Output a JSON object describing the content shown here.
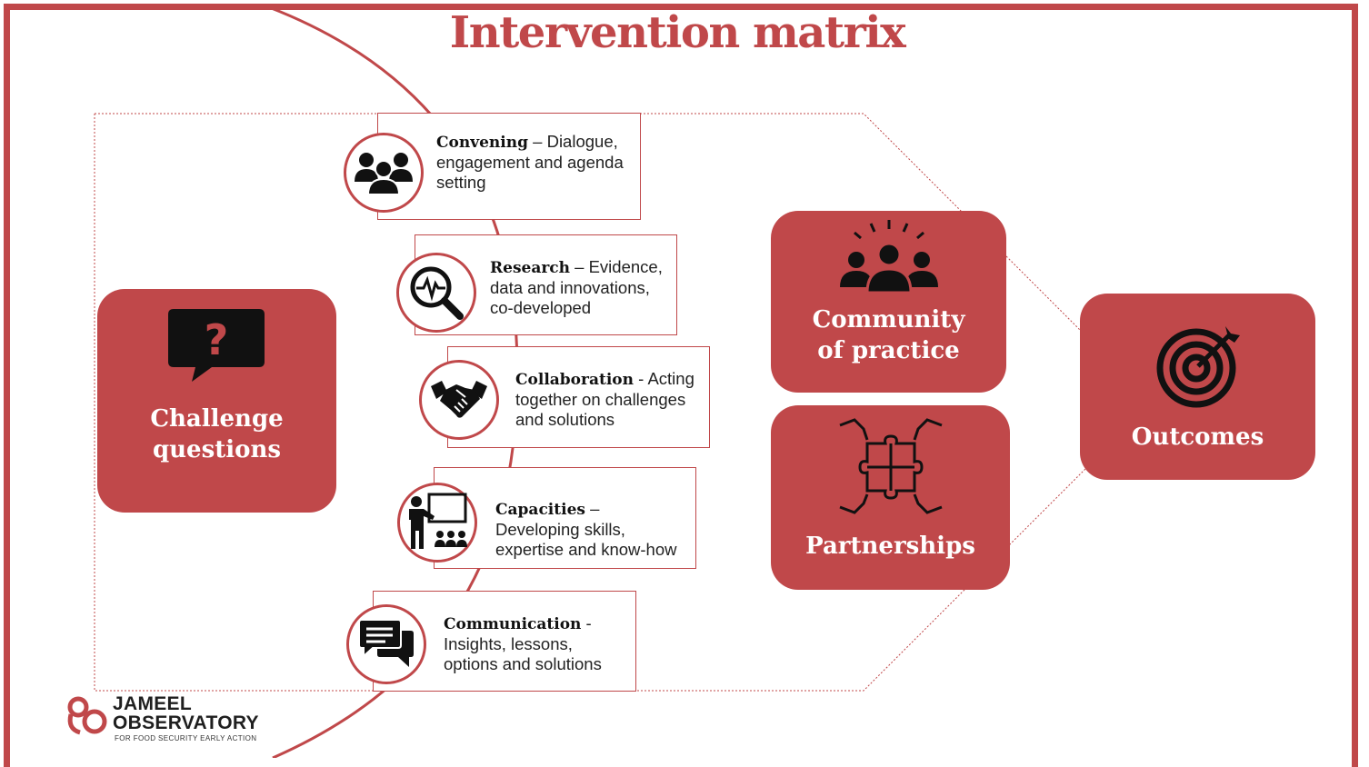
{
  "title": "Intervention matrix",
  "left_card": {
    "label": "Challenge questions",
    "icon": "question-speech-bubble-icon"
  },
  "activities": [
    {
      "label": "Convening",
      "sep": " – ",
      "text": "Dialogue, engagement and agenda setting",
      "icon": "group-people-icon"
    },
    {
      "label": "Research",
      "sep": " – ",
      "text": "Evidence, data and innovations, co-developed",
      "icon": "magnifier-pulse-icon"
    },
    {
      "label": "Collaboration",
      "sep": " - ",
      "text": "Acting together on challenges and solutions",
      "icon": "handshake-icon"
    },
    {
      "label": "Capacities",
      "sep": " – ",
      "text": "Developing skills, expertise and know-how",
      "icon": "teacher-board-icon"
    },
    {
      "label": "Communication",
      "sep": " - ",
      "text": "Insights, lessons, options and solutions",
      "icon": "chat-bubbles-icon"
    }
  ],
  "middle_cards": [
    {
      "label": "Community of practice",
      "icon": "community-people-icon"
    },
    {
      "label": "Partnerships",
      "icon": "puzzle-hands-icon"
    }
  ],
  "right_card": {
    "label": "Outcomes",
    "icon": "target-arrow-icon"
  },
  "logo": {
    "name_line1": "JAMEEL",
    "name_line2": "OBSERVATORY",
    "tagline": "FOR FOOD SECURITY EARLY ACTION"
  },
  "colors": {
    "accent": "#c0484a",
    "icon": "#111111",
    "text": "#222222"
  }
}
